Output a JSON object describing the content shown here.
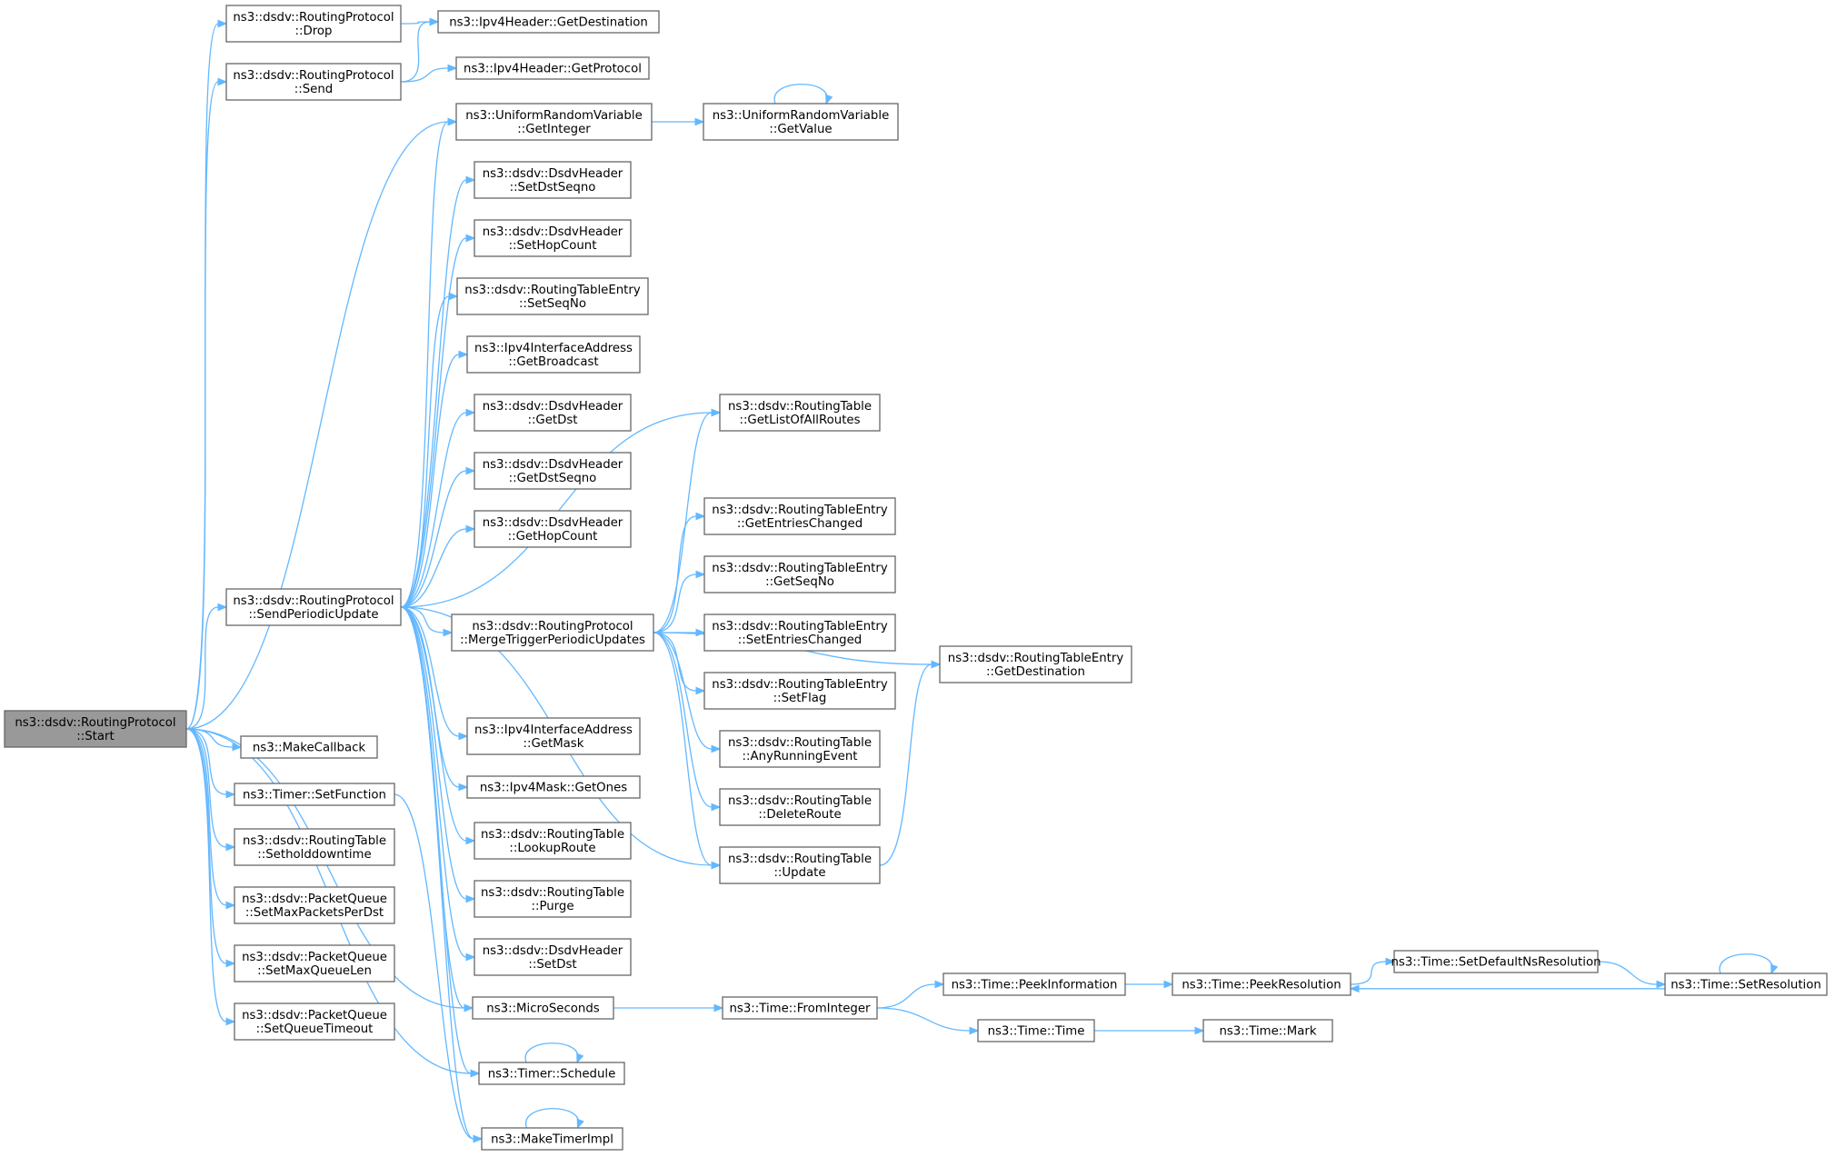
{
  "graph": {
    "nodes": [
      {
        "id": "start",
        "lines": [
          "ns3::dsdv::RoutingProtocol",
          "::Start"
        ],
        "root": true
      },
      {
        "id": "drop",
        "lines": [
          "ns3::dsdv::RoutingProtocol",
          "::Drop"
        ]
      },
      {
        "id": "send",
        "lines": [
          "ns3::dsdv::RoutingProtocol",
          "::Send"
        ]
      },
      {
        "id": "spu",
        "lines": [
          "ns3::dsdv::RoutingProtocol",
          "::SendPeriodicUpdate"
        ]
      },
      {
        "id": "makecb",
        "lines": [
          "ns3::MakeCallback"
        ]
      },
      {
        "id": "setfn",
        "lines": [
          "ns3::Timer::SetFunction"
        ]
      },
      {
        "id": "sethold",
        "lines": [
          "ns3::dsdv::RoutingTable",
          "::Setholddowntime"
        ]
      },
      {
        "id": "setmaxpkt",
        "lines": [
          "ns3::dsdv::PacketQueue",
          "::SetMaxPacketsPerDst"
        ]
      },
      {
        "id": "setmaxq",
        "lines": [
          "ns3::dsdv::PacketQueue",
          "::SetMaxQueueLen"
        ]
      },
      {
        "id": "setqto",
        "lines": [
          "ns3::dsdv::PacketQueue",
          "::SetQueueTimeout"
        ]
      },
      {
        "id": "ipv4dest",
        "lines": [
          "ns3::Ipv4Header::GetDestination"
        ]
      },
      {
        "id": "ipv4proto",
        "lines": [
          "ns3::Ipv4Header::GetProtocol"
        ]
      },
      {
        "id": "urvint",
        "lines": [
          "ns3::UniformRandomVariable",
          "::GetInteger"
        ]
      },
      {
        "id": "urvval",
        "lines": [
          "ns3::UniformRandomVariable",
          "::GetValue"
        ]
      },
      {
        "id": "setdstseq",
        "lines": [
          "ns3::dsdv::DsdvHeader",
          "::SetDstSeqno"
        ]
      },
      {
        "id": "sethop",
        "lines": [
          "ns3::dsdv::DsdvHeader",
          "::SetHopCount"
        ]
      },
      {
        "id": "rteseq",
        "lines": [
          "ns3::dsdv::RoutingTableEntry",
          "::SetSeqNo"
        ]
      },
      {
        "id": "getbcast",
        "lines": [
          "ns3::Ipv4InterfaceAddress",
          "::GetBroadcast"
        ]
      },
      {
        "id": "getdst",
        "lines": [
          "ns3::dsdv::DsdvHeader",
          "::GetDst"
        ]
      },
      {
        "id": "getdstseq",
        "lines": [
          "ns3::dsdv::DsdvHeader",
          "::GetDstSeqno"
        ]
      },
      {
        "id": "gethop",
        "lines": [
          "ns3::dsdv::DsdvHeader",
          "::GetHopCount"
        ]
      },
      {
        "id": "mtpu",
        "lines": [
          "ns3::dsdv::RoutingProtocol",
          "::MergeTriggerPeriodicUpdates"
        ]
      },
      {
        "id": "getmask",
        "lines": [
          "ns3::Ipv4InterfaceAddress",
          "::GetMask"
        ]
      },
      {
        "id": "getones",
        "lines": [
          "ns3::Ipv4Mask::GetOnes"
        ]
      },
      {
        "id": "lookup",
        "lines": [
          "ns3::dsdv::RoutingTable",
          "::LookupRoute"
        ]
      },
      {
        "id": "purge",
        "lines": [
          "ns3::dsdv::RoutingTable",
          "::Purge"
        ]
      },
      {
        "id": "setdst",
        "lines": [
          "ns3::dsdv::DsdvHeader",
          "::SetDst"
        ]
      },
      {
        "id": "micro",
        "lines": [
          "ns3::MicroSeconds"
        ]
      },
      {
        "id": "sched",
        "lines": [
          "ns3::Timer::Schedule"
        ]
      },
      {
        "id": "mkimpl",
        "lines": [
          "ns3::MakeTimerImpl"
        ]
      },
      {
        "id": "listall",
        "lines": [
          "ns3::dsdv::RoutingTable",
          "::GetListOfAllRoutes"
        ]
      },
      {
        "id": "entchg",
        "lines": [
          "ns3::dsdv::RoutingTableEntry",
          "::GetEntriesChanged"
        ]
      },
      {
        "id": "rtegetseq",
        "lines": [
          "ns3::dsdv::RoutingTableEntry",
          "::GetSeqNo"
        ]
      },
      {
        "id": "setentchg",
        "lines": [
          "ns3::dsdv::RoutingTableEntry",
          "::SetEntriesChanged"
        ]
      },
      {
        "id": "setflag",
        "lines": [
          "ns3::dsdv::RoutingTableEntry",
          "::SetFlag"
        ]
      },
      {
        "id": "anyrun",
        "lines": [
          "ns3::dsdv::RoutingTable",
          "::AnyRunningEvent"
        ]
      },
      {
        "id": "delroute",
        "lines": [
          "ns3::dsdv::RoutingTable",
          "::DeleteRoute"
        ]
      },
      {
        "id": "update",
        "lines": [
          "ns3::dsdv::RoutingTable",
          "::Update"
        ]
      },
      {
        "id": "rtedest",
        "lines": [
          "ns3::dsdv::RoutingTableEntry",
          "::GetDestination"
        ]
      },
      {
        "id": "fromint",
        "lines": [
          "ns3::Time::FromInteger"
        ]
      },
      {
        "id": "peekinfo",
        "lines": [
          "ns3::Time::PeekInformation"
        ]
      },
      {
        "id": "peekres",
        "lines": [
          "ns3::Time::PeekResolution"
        ]
      },
      {
        "id": "setdefns",
        "lines": [
          "ns3::Time::SetDefaultNsResolution"
        ]
      },
      {
        "id": "setres",
        "lines": [
          "ns3::Time::SetResolution"
        ]
      },
      {
        "id": "timetime",
        "lines": [
          "ns3::Time::Time"
        ]
      },
      {
        "id": "mark",
        "lines": [
          "ns3::Time::Mark"
        ]
      }
    ],
    "edges": [
      [
        "start",
        "drop"
      ],
      [
        "start",
        "send"
      ],
      [
        "start",
        "spu"
      ],
      [
        "start",
        "makecb"
      ],
      [
        "start",
        "setfn"
      ],
      [
        "start",
        "sethold"
      ],
      [
        "start",
        "setmaxpkt"
      ],
      [
        "start",
        "setmaxq"
      ],
      [
        "start",
        "setqto"
      ],
      [
        "start",
        "urvint"
      ],
      [
        "start",
        "micro"
      ],
      [
        "start",
        "sched"
      ],
      [
        "drop",
        "ipv4dest"
      ],
      [
        "send",
        "ipv4dest"
      ],
      [
        "send",
        "ipv4proto"
      ],
      [
        "spu",
        "urvint"
      ],
      [
        "spu",
        "setdstseq"
      ],
      [
        "spu",
        "sethop"
      ],
      [
        "spu",
        "rteseq"
      ],
      [
        "spu",
        "getbcast"
      ],
      [
        "spu",
        "getdst"
      ],
      [
        "spu",
        "getdstseq"
      ],
      [
        "spu",
        "gethop"
      ],
      [
        "spu",
        "mtpu"
      ],
      [
        "spu",
        "listall"
      ],
      [
        "spu",
        "update"
      ],
      [
        "spu",
        "getmask"
      ],
      [
        "spu",
        "getones"
      ],
      [
        "spu",
        "lookup"
      ],
      [
        "spu",
        "purge"
      ],
      [
        "spu",
        "setdst"
      ],
      [
        "spu",
        "micro"
      ],
      [
        "spu",
        "sched"
      ],
      [
        "spu",
        "mkimpl"
      ],
      [
        "setfn",
        "mkimpl"
      ],
      [
        "urvint",
        "urvval"
      ],
      [
        "urvval",
        "urvval"
      ],
      [
        "mtpu",
        "listall"
      ],
      [
        "mtpu",
        "rtedest"
      ],
      [
        "mtpu",
        "entchg"
      ],
      [
        "mtpu",
        "rtegetseq"
      ],
      [
        "mtpu",
        "setentchg"
      ],
      [
        "mtpu",
        "setflag"
      ],
      [
        "mtpu",
        "anyrun"
      ],
      [
        "mtpu",
        "delroute"
      ],
      [
        "mtpu",
        "update"
      ],
      [
        "update",
        "rtedest"
      ],
      [
        "micro",
        "fromint"
      ],
      [
        "fromint",
        "peekinfo"
      ],
      [
        "fromint",
        "timetime"
      ],
      [
        "peekinfo",
        "peekres"
      ],
      [
        "peekres",
        "setdefns"
      ],
      [
        "setdefns",
        "setres"
      ],
      [
        "setres",
        "peekres"
      ],
      [
        "setres",
        "setres"
      ],
      [
        "timetime",
        "mark"
      ],
      [
        "sched",
        "sched"
      ],
      [
        "mkimpl",
        "mkimpl"
      ]
    ]
  }
}
